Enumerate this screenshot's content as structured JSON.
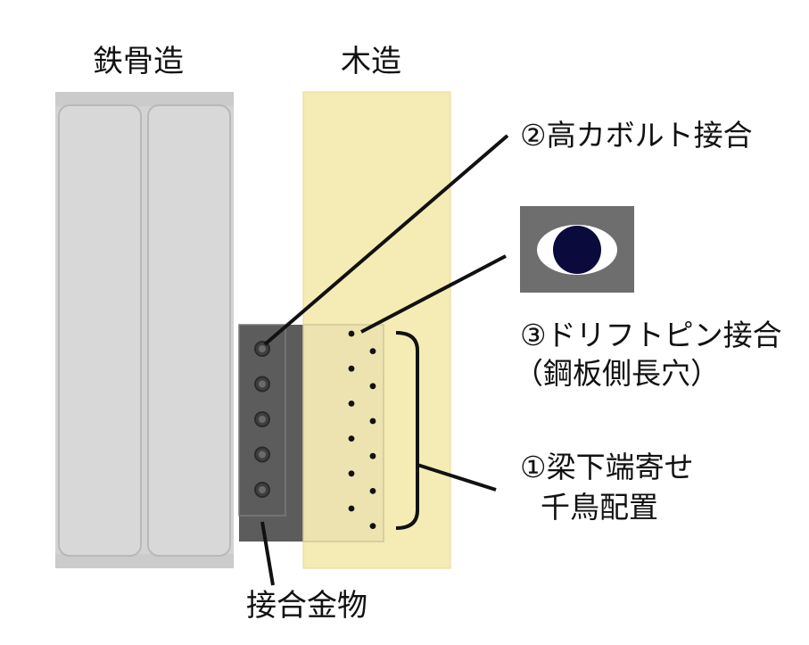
{
  "labels": {
    "steel": "鉄骨造",
    "wood": "木造",
    "bolt": "②高カボルト接合",
    "pin_line1": "③ドリフトピン接合",
    "pin_line2": "（鋼板側長穴）",
    "stagger_line1": "①梁下端寄せ",
    "stagger_line2": "千鳥配置",
    "hardware": "接合金物"
  },
  "colors": {
    "steel_fill": "#d3d3d3",
    "steel_edge": "#b8b8b8",
    "wood_fill": "#f5ebb5",
    "wood_edge": "#e6d98f",
    "plate": "#5c5c5c",
    "bolt": "#3f3f3f",
    "pin": "#111111",
    "hole_bg": "#6e6e6e",
    "hole_ellipse": "#ffffff",
    "pin_circle": "#0a0a3c",
    "leader": "#111111"
  },
  "elements": {
    "bolt_count": 5,
    "pin_count": 12
  }
}
